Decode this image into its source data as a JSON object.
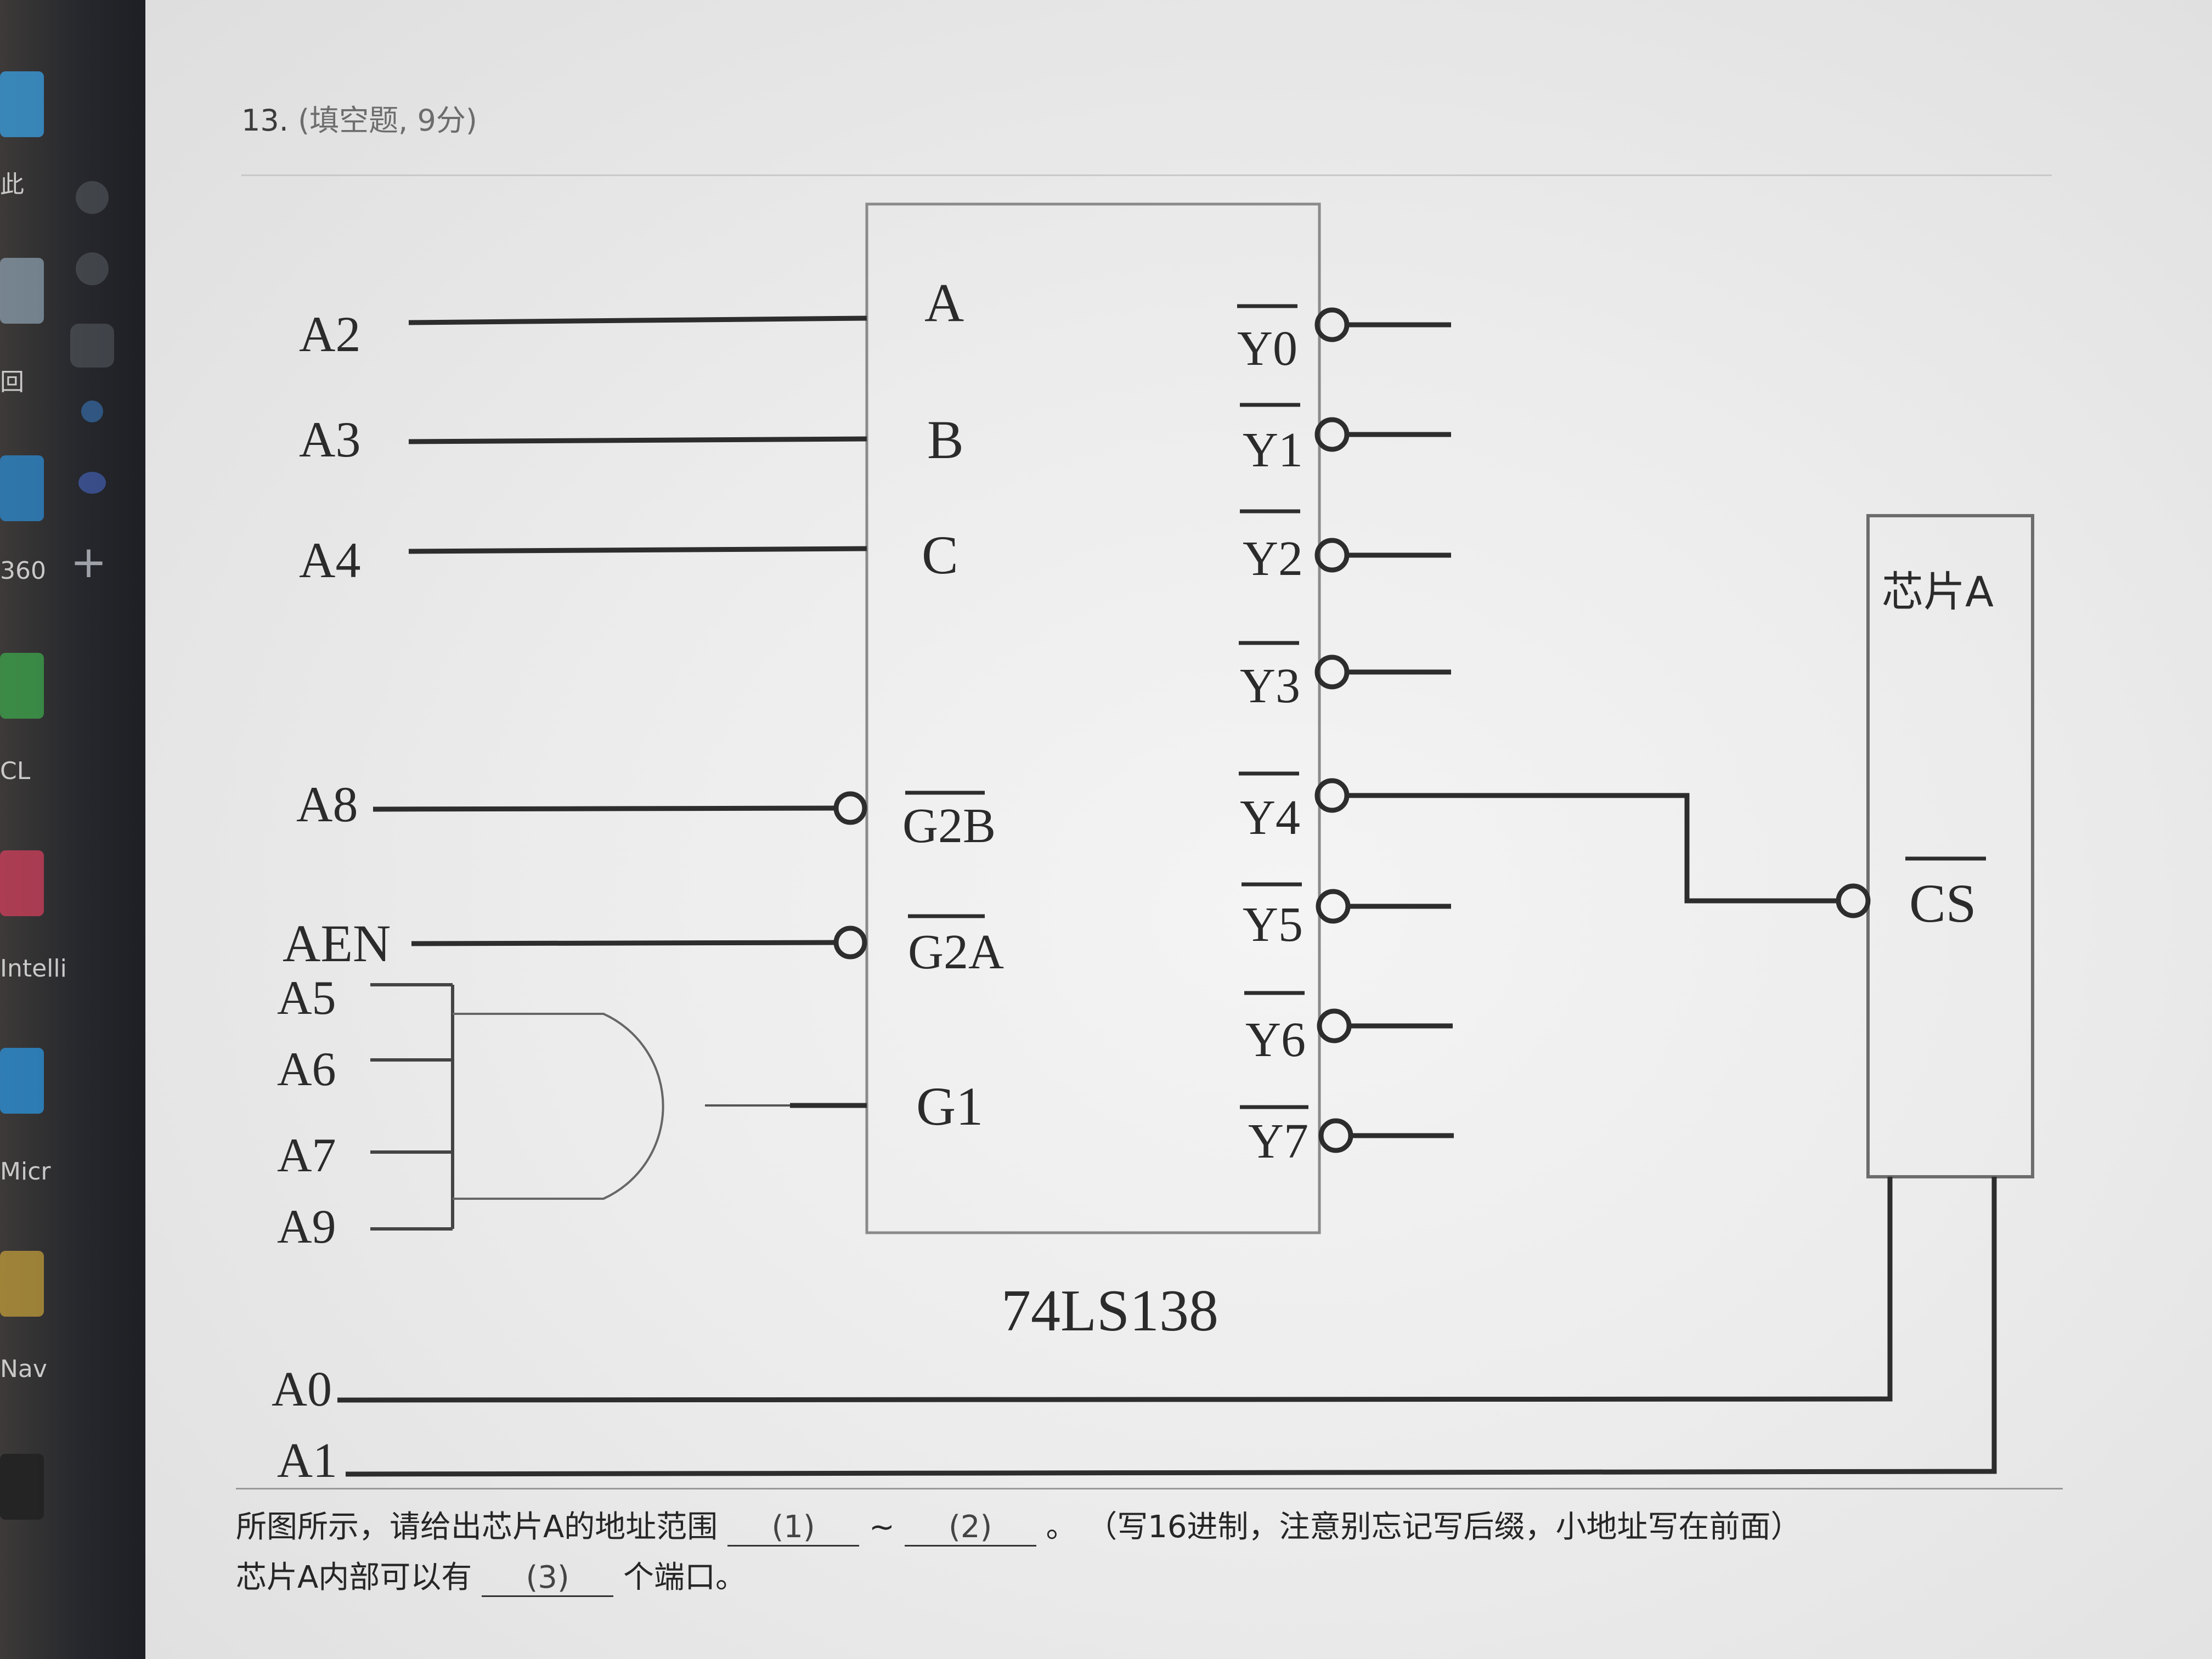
{
  "question": {
    "number": "13.",
    "meta": "(填空题, 9分)"
  },
  "diagram": {
    "inputs_left": {
      "a2": "A2",
      "a3": "A3",
      "a4": "A4",
      "a8": "A8",
      "aen": "AEN",
      "a5": "A5",
      "a6": "A6",
      "a7": "A7",
      "a9": "A9",
      "a0": "A0",
      "a1": "A1"
    },
    "decoder": {
      "name": "74LS138",
      "pin_a": "A",
      "pin_b": "B",
      "pin_c": "C",
      "pin_g2b": "G2B",
      "pin_g2a": "G2A",
      "pin_g1": "G1",
      "outputs": [
        "Y0",
        "Y1",
        "Y2",
        "Y3",
        "Y4",
        "Y5",
        "Y6",
        "Y7"
      ]
    },
    "chip": {
      "name": "芯片A",
      "cs": "CS"
    }
  },
  "bottom": {
    "line1_prefix": "所图所示，请给出芯片A的地址范围",
    "blank1": "(1)",
    "tilde": "~",
    "blank2": "(2)",
    "period": "。",
    "line1_note": "（写16进制，注意别忘记写后缀，小地址写在前面）",
    "line2_prefix": "芯片A内部可以有",
    "blank3": "(3)",
    "line2_suffix": "个端口。"
  },
  "colors": {
    "ink": "#2d2d2d",
    "screen_bg": "#eeeeee",
    "taskbar": "#26282d"
  }
}
